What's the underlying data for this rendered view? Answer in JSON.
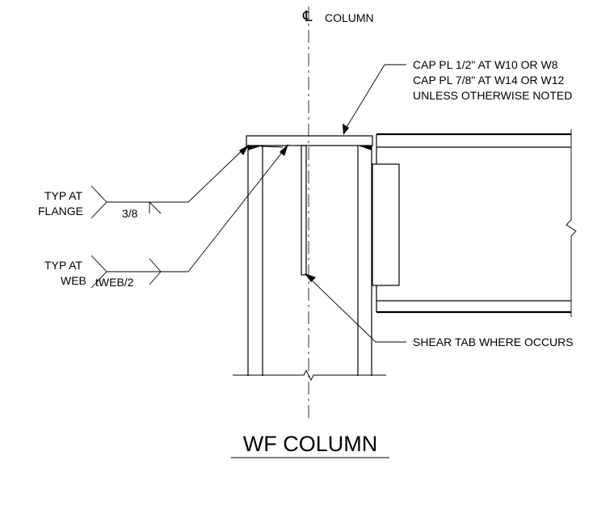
{
  "title": "WF COLUMN",
  "centerline": {
    "symbol": "℄",
    "label": "COLUMN"
  },
  "notes": {
    "cap_plate": [
      "CAP PL 1/2\" AT W10 OR W8",
      "CAP PL 7/8\" AT W14 OR W12",
      "UNLESS OTHERWISE NOTED"
    ],
    "shear_tab": "SHEAR TAB WHERE OCCURS"
  },
  "welds": {
    "flange": {
      "tail_line1": "TYP AT",
      "tail_line2": "FLANGE",
      "size": "3/8"
    },
    "web": {
      "tail_line1": "TYP AT",
      "tail_line2": "WEB",
      "size": "tWEB/2"
    }
  }
}
